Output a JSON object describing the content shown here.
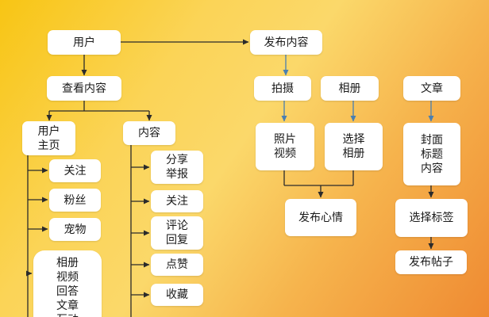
{
  "nodes": {
    "user": "用户",
    "view_content": "查看内容",
    "user_home": "用户\n主页",
    "follow1": "关注",
    "fans": "粉丝",
    "pets": "宠物",
    "home_list": "相册\n视频\n回答\n文章\n互动",
    "content": "内容",
    "share_report": "分享\n举报",
    "follow2": "关注",
    "comment_reply": "评论\n回复",
    "like": "点赞",
    "collect": "收藏",
    "publish_content": "发布内容",
    "shoot": "拍摄",
    "album": "相册",
    "article": "文章",
    "photo_video": "照片\n视频",
    "select_album": "选择\n相册",
    "cover_title_content": "封面\n标题\n内容",
    "publish_mood": "发布心情",
    "select_tags": "选择标签",
    "publish_post": "发布帖子"
  },
  "colors": {
    "line": "#2b2b2b",
    "arrow_blue": "#4a7fb0",
    "node_fill": "#ffffff"
  }
}
